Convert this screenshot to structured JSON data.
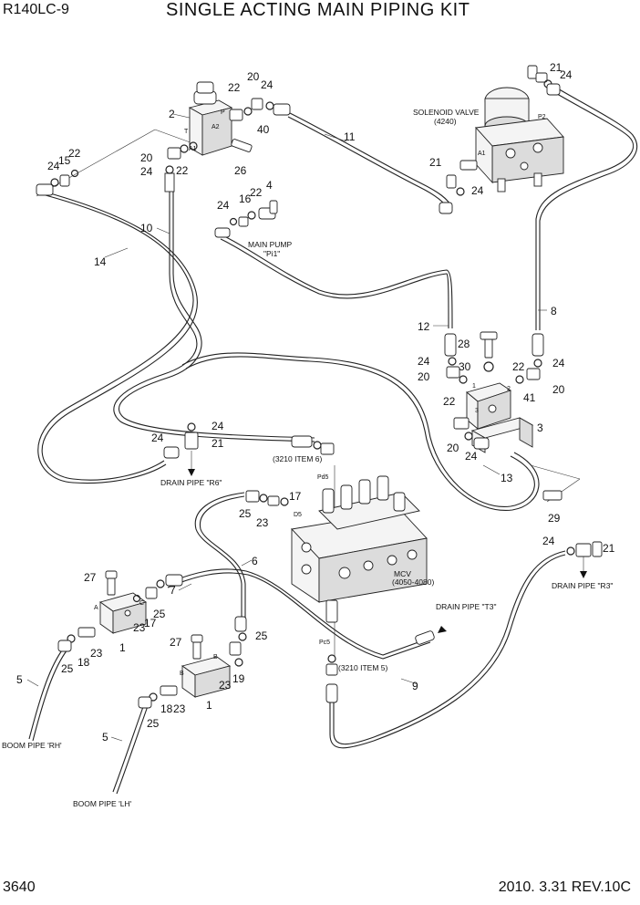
{
  "header": {
    "model": "R140LC-9",
    "title": "SINGLE ACTING MAIN PIPING KIT"
  },
  "footer": {
    "page_number": "3640",
    "revision": "2010. 3.31  REV.10C"
  },
  "components": {
    "solenoid_valve": {
      "name": "SOLENOID VALVE",
      "ref": "(4240)"
    },
    "main_pump": {
      "name": "MAIN PUMP",
      "port": "\"Pi1\""
    },
    "mcv": {
      "name": "MCV",
      "ref": "(4050-4080)"
    }
  },
  "connections": {
    "item6_ref": "(3210 ITEM 6)",
    "item5_ref": "(3210 ITEM 5)",
    "drain_r6": "DRAIN PIPE \"R6\"",
    "drain_t3": "DRAIN PIPE \"T3\"",
    "drain_r3": "DRAIN PIPE \"R3\"",
    "boom_rh": "BOOM PIPE 'RH'",
    "boom_lh": "BOOM PIPE 'LH'"
  },
  "ports": {
    "t": "T",
    "p": "P",
    "a1": "A1",
    "a2": "A2",
    "p2": "P2",
    "a1_sv": "A1",
    "pd5": "Pd5",
    "d5": "D5",
    "pc5": "Pc5",
    "c": "C",
    "b": "B",
    "blk_1": "1",
    "blk_2": "2",
    "blk_3": "3",
    "blk_a": "A",
    "blk_b": "B"
  },
  "callouts": {
    "c1": "2",
    "c2": "22",
    "c3": "20",
    "c4": "24",
    "c5": "40",
    "c6": "11",
    "c7": "26",
    "c8": "20",
    "c9": "24",
    "c10": "22",
    "c11": "24",
    "c12": "15",
    "c13": "22",
    "c14": "10",
    "c15": "14",
    "c16": "24",
    "c17": "16",
    "c18": "22",
    "c19": "4",
    "c20": "21",
    "c21": "24",
    "c22": "21",
    "c23": "24",
    "c24": "8",
    "c25": "12",
    "c26": "28",
    "c27": "24",
    "c28": "20",
    "c29": "30",
    "c30": "22",
    "c31": "24",
    "c32": "20",
    "c33": "41",
    "c34": "22",
    "c35": "3",
    "c36": "20",
    "c37": "24",
    "c38": "13",
    "c39": "29",
    "c40": "24",
    "c41": "24",
    "c42": "21",
    "c43": "17",
    "c44": "25",
    "c45": "23",
    "c46": "6",
    "c47": "27",
    "c48": "7",
    "c49": "25",
    "c50": "17",
    "c51": "23",
    "c52": "25",
    "c53": "18",
    "c54": "23",
    "c55": "1",
    "c56": "5",
    "c57": "27",
    "c58": "25",
    "c59": "19",
    "c60": "23",
    "c61": "18",
    "c62": "23",
    "c63": "1",
    "c64": "25",
    "c65": "5",
    "c66": "24",
    "c67": "21",
    "c68": "9"
  }
}
